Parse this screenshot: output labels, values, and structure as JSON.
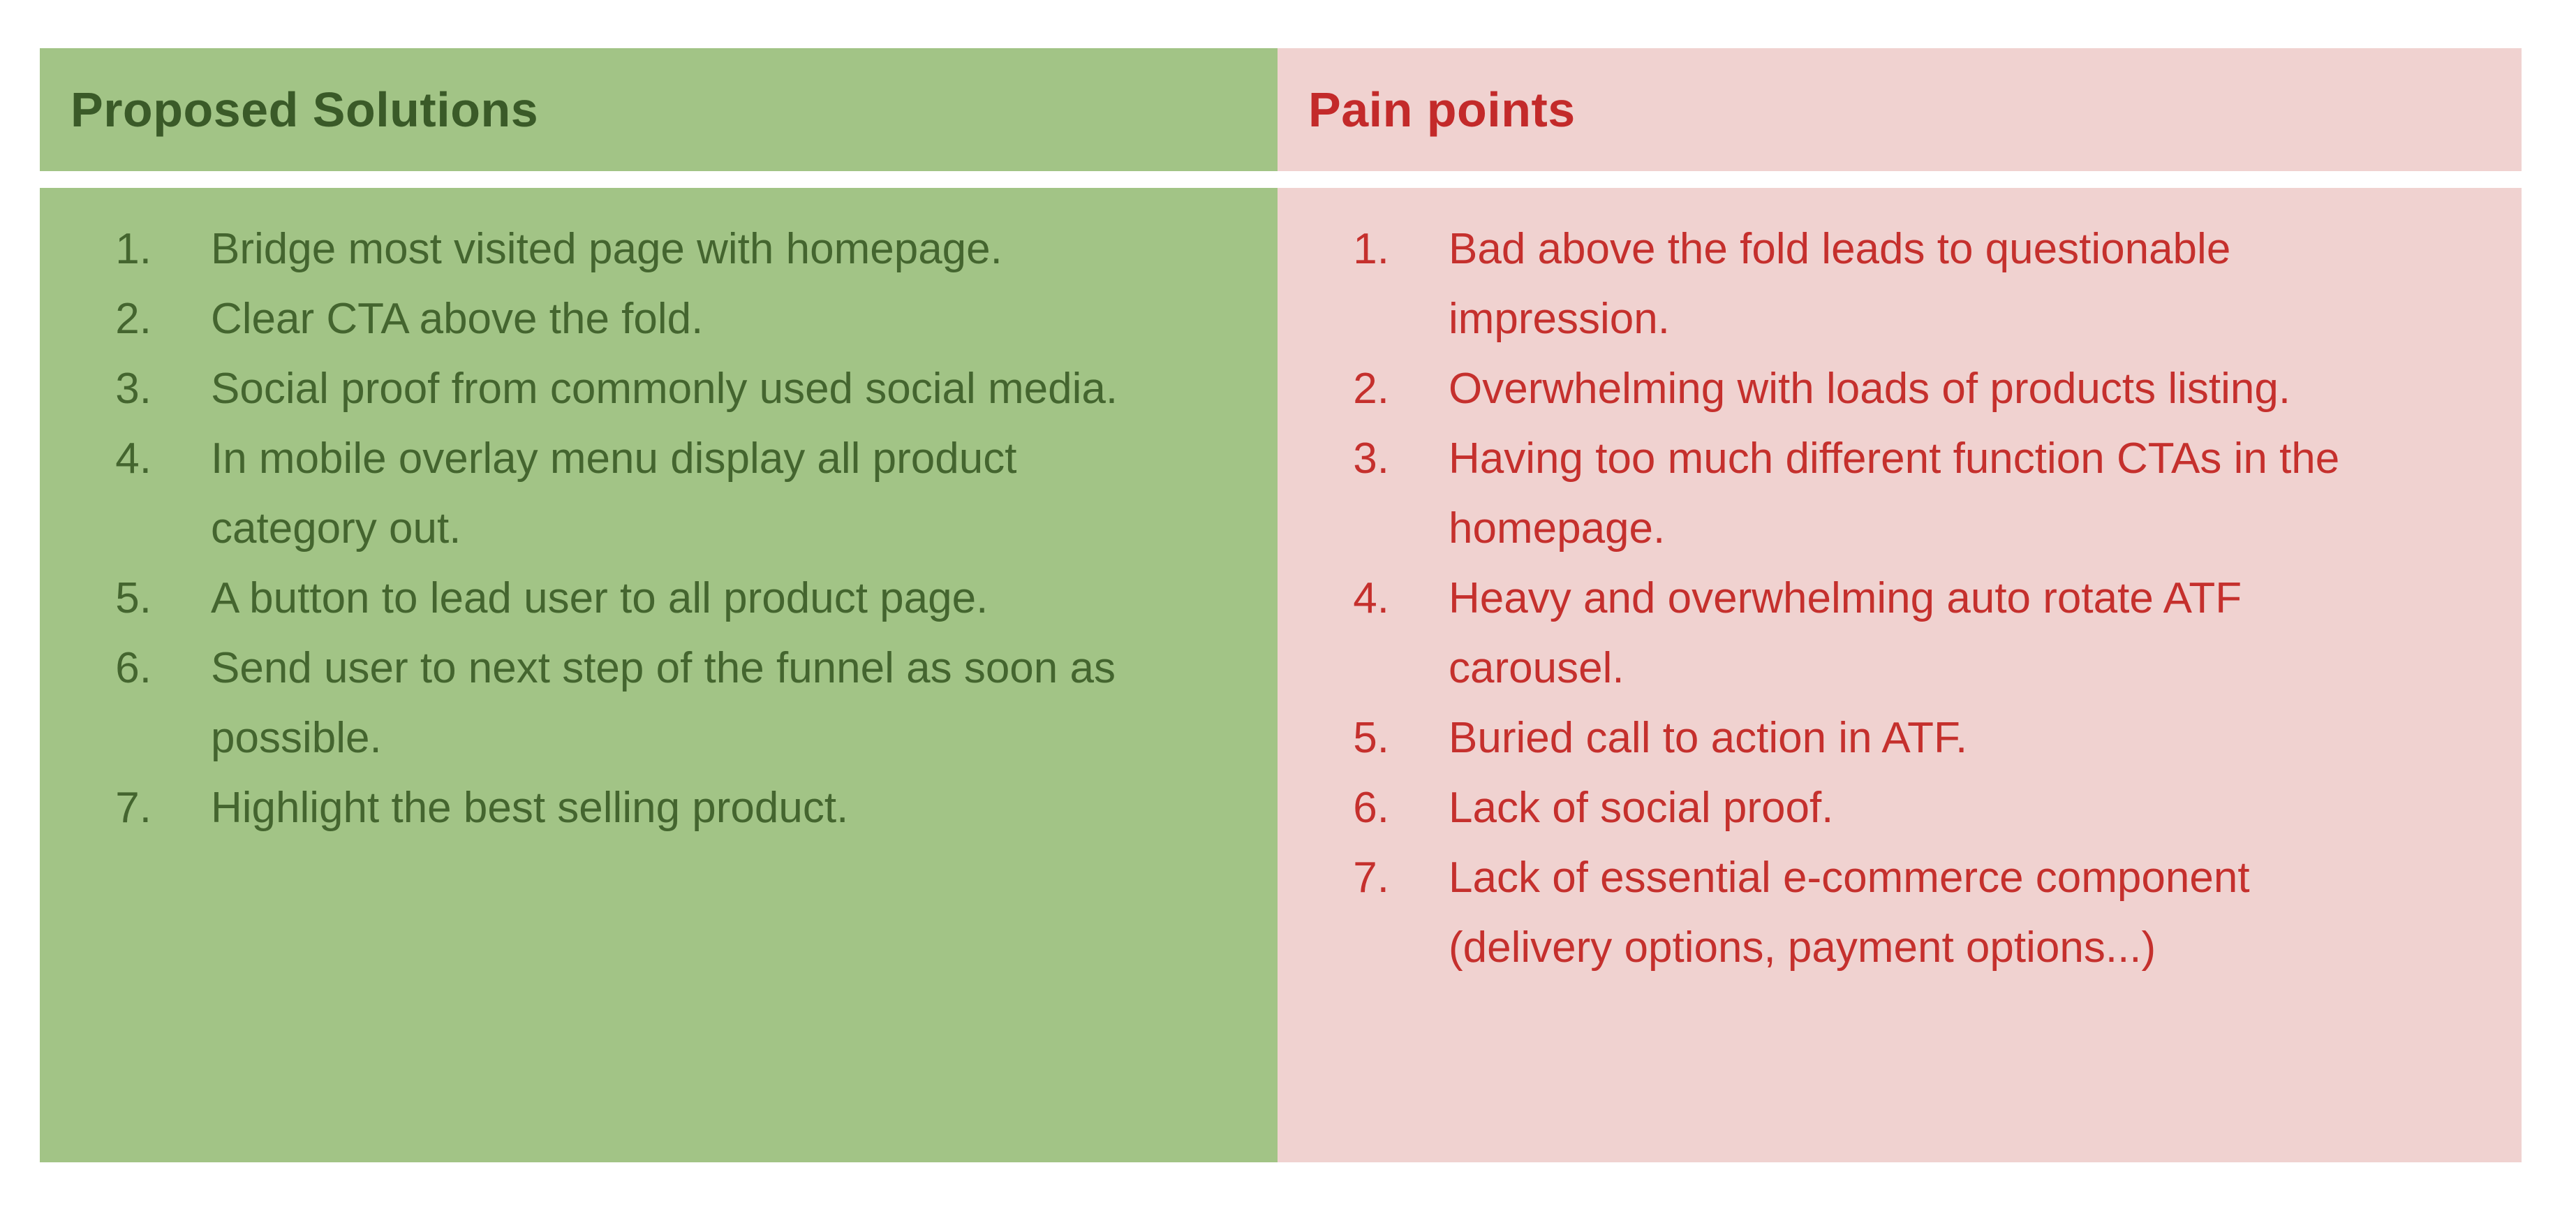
{
  "page": {
    "background": "#ffffff"
  },
  "table": {
    "columns": [
      {
        "id": "proposed-solutions",
        "header": "Proposed Solutions",
        "background": "#a2c486",
        "header_color": "#3a5a28",
        "item_color": "#44652f",
        "items": [
          {
            "number": "1.",
            "lines": [
              "Bridge most visited page with homepage."
            ]
          },
          {
            "number": "2.",
            "lines": [
              "Clear CTA above the fold."
            ]
          },
          {
            "number": "3.",
            "lines": [
              "Social proof from commonly used social media."
            ]
          },
          {
            "number": "4.",
            "lines": [
              "In mobile overlay menu display all product",
              "category out."
            ]
          },
          {
            "number": "5.",
            "lines": [
              "A button to lead user to all product page."
            ]
          },
          {
            "number": "6.",
            "lines": [
              "Send user to next step of the funnel as soon as",
              "possible."
            ]
          },
          {
            "number": "7.",
            "lines": [
              "Highlight the best selling product."
            ]
          }
        ]
      },
      {
        "id": "pain-points",
        "header": "Pain points",
        "background": "#f0d2d0",
        "header_color": "#c32a2a",
        "item_color": "#c5302d",
        "items": [
          {
            "number": "1.",
            "lines": [
              "Bad above the fold leads to questionable",
              "impression."
            ]
          },
          {
            "number": "2.",
            "lines": [
              "Overwhelming with loads of products listing."
            ]
          },
          {
            "number": "3.",
            "lines": [
              "Having too much different function CTAs in the",
              "homepage."
            ]
          },
          {
            "number": "4.",
            "lines": [
              "Heavy and overwhelming auto rotate ATF",
              "carousel."
            ]
          },
          {
            "number": "5.",
            "lines": [
              "Buried call to action in ATF."
            ]
          },
          {
            "number": "6.",
            "lines": [
              "Lack of social proof."
            ]
          },
          {
            "number": "7.",
            "lines": [
              "Lack of essential e-commerce component",
              "(delivery options, payment options...)"
            ]
          }
        ]
      }
    ]
  }
}
